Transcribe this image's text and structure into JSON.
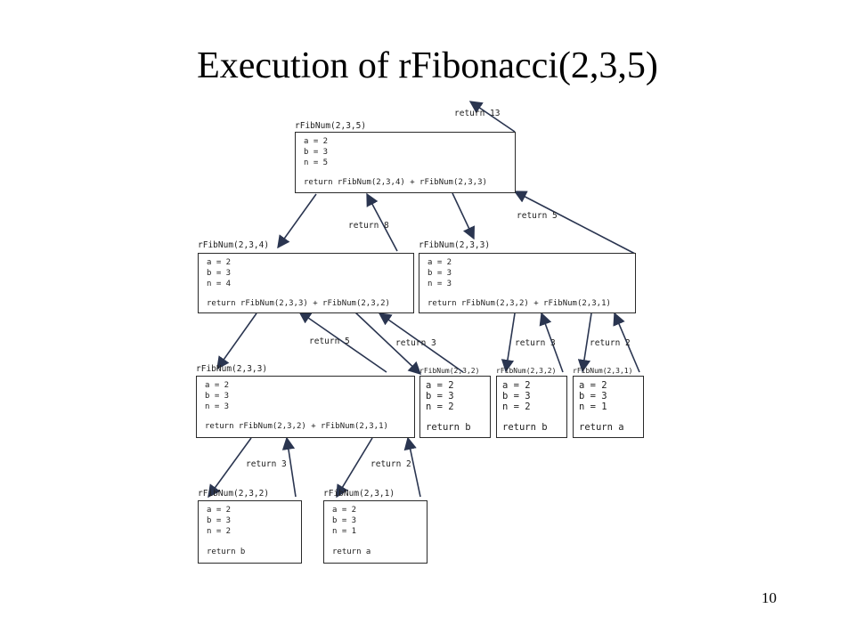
{
  "slide": {
    "title": "Execution of rFibonacci(2,3,5)",
    "page_number": "10"
  },
  "frames": [
    {
      "id": "f1",
      "call": "rFibNum(2,3,5)",
      "lines": [
        "a = 2",
        "b = 3",
        "n = 5",
        "return rFibNum(2,3,4) + rFibNum(2,3,3)"
      ]
    },
    {
      "id": "f2",
      "call": "rFibNum(2,3,4)",
      "lines": [
        "a = 2",
        "b = 3",
        "n = 4",
        "return rFibNum(2,3,3) + rFibNum(2,3,2)"
      ]
    },
    {
      "id": "f3",
      "call": "rFibNum(2,3,3)",
      "lines": [
        "a = 2",
        "b = 3",
        "n = 3",
        "return rFibNum(2,3,2) + rFibNum(2,3,1)"
      ]
    },
    {
      "id": "f4",
      "call": "rFibNum(2,3,3)",
      "lines": [
        "a = 2",
        "b = 3",
        "n = 3",
        "return rFibNum(2,3,2) + rFibNum(2,3,1)"
      ]
    },
    {
      "id": "f5",
      "call": "rFibNum(2,3,2)",
      "lines": [
        "a = 2",
        "b = 3",
        "n = 2",
        "return b"
      ]
    },
    {
      "id": "f6",
      "call": "rFibNum(2,3,2)",
      "lines": [
        "a = 2",
        "b = 3",
        "n = 2",
        "return b"
      ]
    },
    {
      "id": "f7",
      "call": "rFibNum(2,3,1)",
      "lines": [
        "a = 2",
        "b = 3",
        "n = 1",
        "return a"
      ]
    },
    {
      "id": "f8",
      "call": "rFibNum(2,3,2)",
      "lines": [
        "a = 2",
        "b = 3",
        "n = 2",
        "return b"
      ]
    },
    {
      "id": "f9",
      "call": "rFibNum(2,3,1)",
      "lines": [
        "a = 2",
        "b = 3",
        "n = 1",
        "return a"
      ]
    }
  ],
  "returns": {
    "r_top": "return 13",
    "r_f2": "return 8",
    "r_f3": "return 5",
    "r_f4": "return 5",
    "r_f5": "return 3",
    "r_f6": "return 3",
    "r_f7": "return 2",
    "r_f8": "return 3",
    "r_f9": "return 2"
  }
}
